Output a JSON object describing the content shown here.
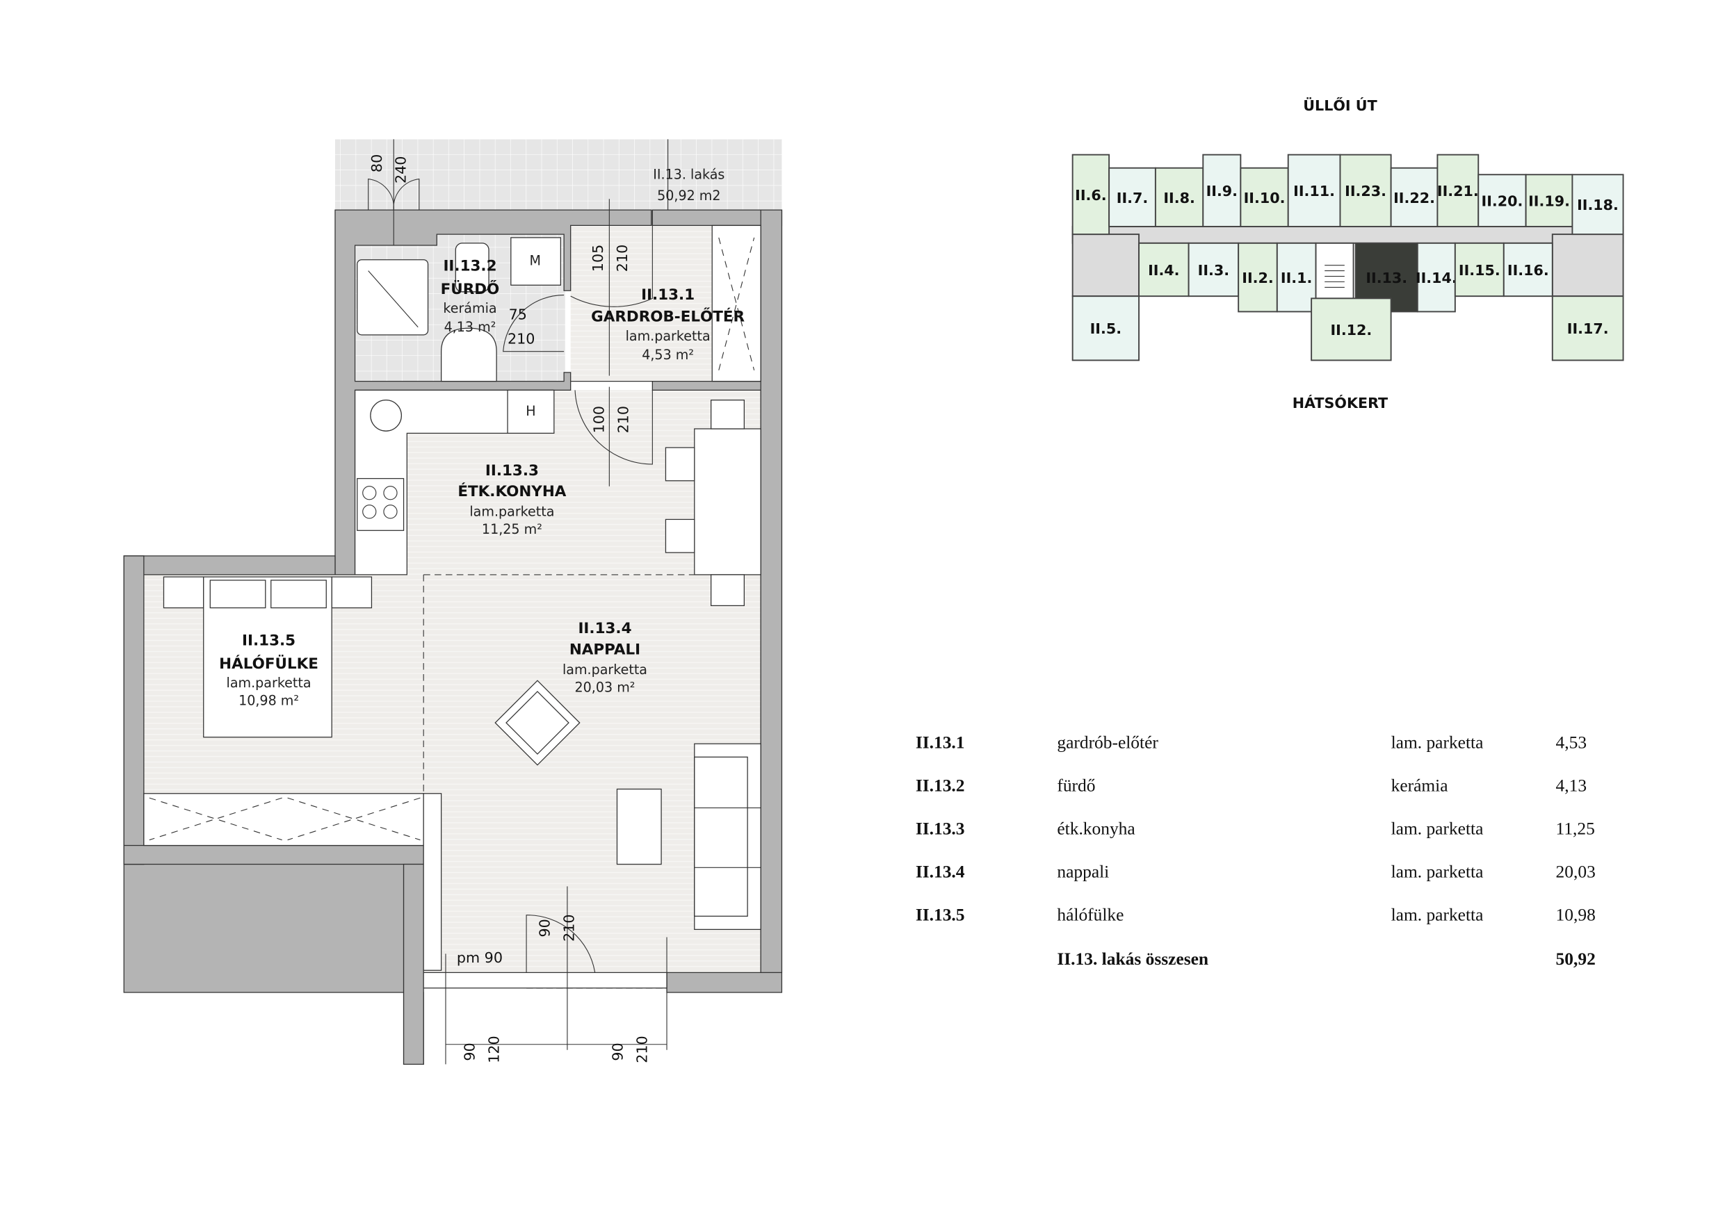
{
  "plan": {
    "unit_label": "II.13. lakás",
    "unit_area": "50,92 m2",
    "rooms": [
      {
        "code": "II.13.1",
        "name": "GARDROB-ELŐTÉR",
        "floor": "lam.parketta",
        "area": "4,53 m²"
      },
      {
        "code": "II.13.2",
        "name": "FÜRDŐ",
        "floor": "kerámia",
        "area": "4,13 m²"
      },
      {
        "code": "II.13.3",
        "name": "ÉTK.KONYHA",
        "floor": "lam.parketta",
        "area": "11,25 m²"
      },
      {
        "code": "II.13.4",
        "name": "NAPPALI",
        "floor": "lam.parketta",
        "area": "20,03 m²"
      },
      {
        "code": "II.13.5",
        "name": "HÁLÓFÜLKE",
        "floor": "lam.parketta",
        "area": "10,98 m²"
      }
    ],
    "fixtures": {
      "washer": "M",
      "fridge": "H"
    },
    "dims": {
      "balcony_w": "80",
      "balcony_h": "240",
      "entry_w": "105",
      "entry_h": "210",
      "bath_w": "75",
      "bath_h": "210",
      "kitchen_w": "100",
      "kitchen_h": "210",
      "terrace_w": "90",
      "terrace_h": "210",
      "sill": "pm 90",
      "win1_w": "90",
      "win1_h": "120",
      "win2_w": "90",
      "win2_h": "210"
    }
  },
  "keyplan": {
    "north_label": "ÜLLŐI ÚT",
    "south_label": "HÁTSÓKERT",
    "highlight_color": "#3a3d38",
    "top_row": [
      "II.6.",
      "II.7.",
      "II.8.",
      "II.9.",
      "II.10.",
      "II.11.",
      "II.23.",
      "II.22.",
      "II.21.",
      "II.20.",
      "II.19.",
      "II.18."
    ],
    "middle_row": [
      "II.4.",
      "II.3.",
      "II.2.",
      "II.1.",
      "II.13.",
      "II.14.",
      "II.15.",
      "II.16."
    ],
    "bottom_row": [
      "II.5.",
      "II.12.",
      "II.17."
    ]
  },
  "table": {
    "rows": [
      {
        "code": "II.13.1",
        "name": "gardrób-előtér",
        "floor": "lam. parketta",
        "area": "4,53"
      },
      {
        "code": "II.13.2",
        "name": "fürdő",
        "floor": "kerámia",
        "area": "4,13"
      },
      {
        "code": "II.13.3",
        "name": "étk.konyha",
        "floor": "lam. parketta",
        "area": "11,25"
      },
      {
        "code": "II.13.4",
        "name": "nappali",
        "floor": "lam. parketta",
        "area": "20,03"
      },
      {
        "code": "II.13.5",
        "name": "hálófülke",
        "floor": "lam. parketta",
        "area": "10,98"
      }
    ],
    "total_label": "II.13. lakás összesen",
    "total_area": "50,92"
  }
}
